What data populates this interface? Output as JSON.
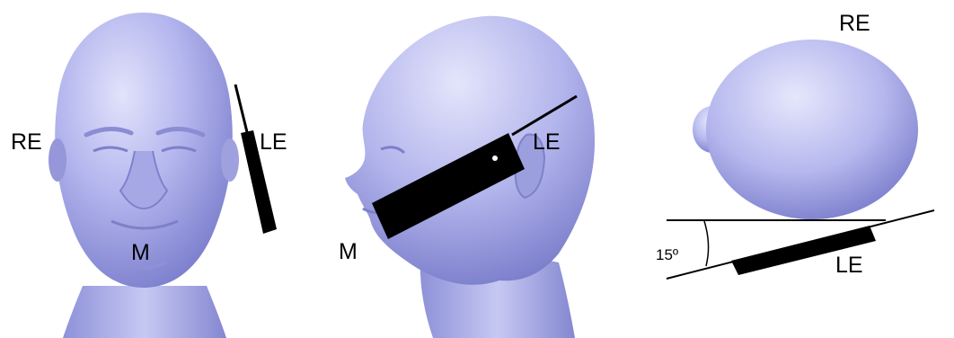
{
  "colors": {
    "head_fill": "#b4b6ee",
    "head_light": "#e2e3fb",
    "head_shadow": "#6d70c2",
    "phone": "#000000",
    "line": "#000000",
    "background": "#ffffff"
  },
  "views": [
    {
      "name": "front",
      "labels": {
        "right_ear": "RE",
        "left_ear": "LE",
        "mouth": "M"
      }
    },
    {
      "name": "side",
      "labels": {
        "left_ear": "LE",
        "mouth": "M"
      }
    },
    {
      "name": "top",
      "labels": {
        "right_ear": "RE",
        "left_ear": "LE",
        "angle": "15º"
      }
    }
  ]
}
